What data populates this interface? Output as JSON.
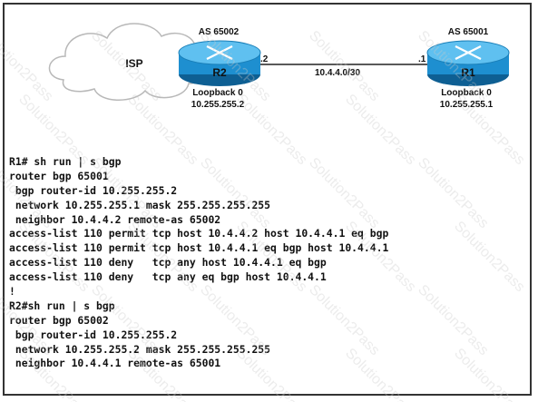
{
  "diagram": {
    "cloud": {
      "label": "ISP"
    },
    "routers": [
      {
        "id": "r2",
        "name": "R2",
        "as_label": "AS 65002",
        "interface_label": "Loopback 0",
        "address": "10.255.255.2"
      },
      {
        "id": "r1",
        "name": "R1",
        "as_label": "AS 65001",
        "interface_label": "Loopback 0",
        "address": "10.255.255.1"
      }
    ],
    "link": {
      "subnet": "10.4.4.0/30",
      "r2_end": ".2",
      "r1_end": ".1"
    }
  },
  "watermark": {
    "text": "Solution2Pass"
  },
  "cli": {
    "lines": [
      "R1# sh run | s bgp",
      "router bgp 65001",
      " bgp router-id 10.255.255.2",
      " network 10.255.255.1 mask 255.255.255.255",
      " neighbor 10.4.4.2 remote-as 65002",
      "access-list 110 permit tcp host 10.4.4.2 host 10.4.4.1 eq bgp",
      "access-list 110 permit tcp host 10.4.4.1 eq bgp host 10.4.4.1",
      "access-list 110 deny   tcp any host 10.4.4.1 eq bgp",
      "access-list 110 deny   tcp any eq bgp host 10.4.4.1",
      "!",
      "R2#sh run | s bgp",
      "router bgp 65002",
      " bgp router-id 10.255.255.2",
      " network 10.255.255.2 mask 255.255.255.255",
      " neighbor 10.4.4.1 remote-as 65001"
    ]
  },
  "colors": {
    "router_fill": "#1e8fd0",
    "router_top": "#5fc0f0",
    "router_dark": "#0e5f93",
    "cloud_stroke": "#b8b8b8",
    "text": "#111111"
  }
}
